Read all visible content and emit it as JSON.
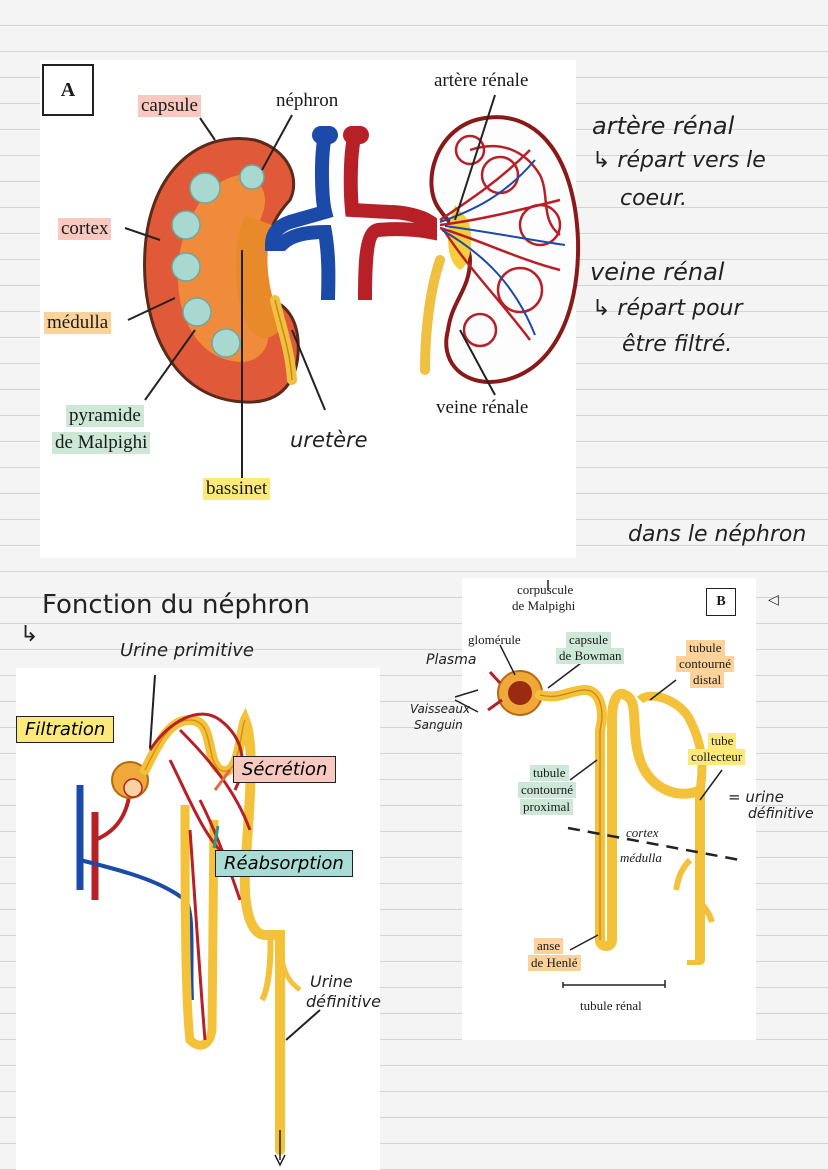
{
  "diagram_a": {
    "letter": "A",
    "labels": {
      "capsule": "capsule",
      "nephron": "néphron",
      "artere": "artère rénale",
      "cortex": "cortex",
      "medulla": "médulla",
      "pyramide_1": "pyramide",
      "pyramide_2": "de Malpighi",
      "bassinet": "bassinet",
      "veine": "veine rénale",
      "uretere": "uretère"
    }
  },
  "side_notes": {
    "artere_1": "artère rénal",
    "artere_2": "↳ répart vers le",
    "artere_3": "coeur.",
    "veine_1": "veine rénal",
    "veine_2": "↳ répart pour",
    "veine_3": "être filtré.",
    "dans": "dans le néphron"
  },
  "section_title": "Fonction du néphron",
  "diagram_c": {
    "arrow_mark": "↳",
    "urine_primitive": "Urine primitive",
    "filtration": "Filtration",
    "secretion": "Sécrétion",
    "reabsorption": "Réabsorption",
    "urine_def_1": "Urine",
    "urine_def_2": "définitive"
  },
  "diagram_b": {
    "letter": "B",
    "corpuscule_1": "corpuscule",
    "corpuscule_2": "de Malpighi",
    "glomerule": "glomérule",
    "capsule_1": "capsule",
    "capsule_2": "de Bowman",
    "tubule_distal_1": "tubule",
    "tubule_distal_2": "contourné",
    "tubule_distal_3": "distal",
    "tube_coll_1": "tube",
    "tube_coll_2": "collecteur",
    "tubule_prox_1": "tubule",
    "tubule_prox_2": "contourné",
    "tubule_prox_3": "proximal",
    "cortex": "cortex",
    "medulla": "médulla",
    "anse_1": "anse",
    "anse_2": "de Henlé",
    "tubule_renal": "tubule rénal",
    "plasma": "Plasma",
    "vaisseaux_1": "Vaisseaux",
    "vaisseaux_2": "Sanguin",
    "urine_def_1": "= urine",
    "urine_def_2": "définitive"
  }
}
